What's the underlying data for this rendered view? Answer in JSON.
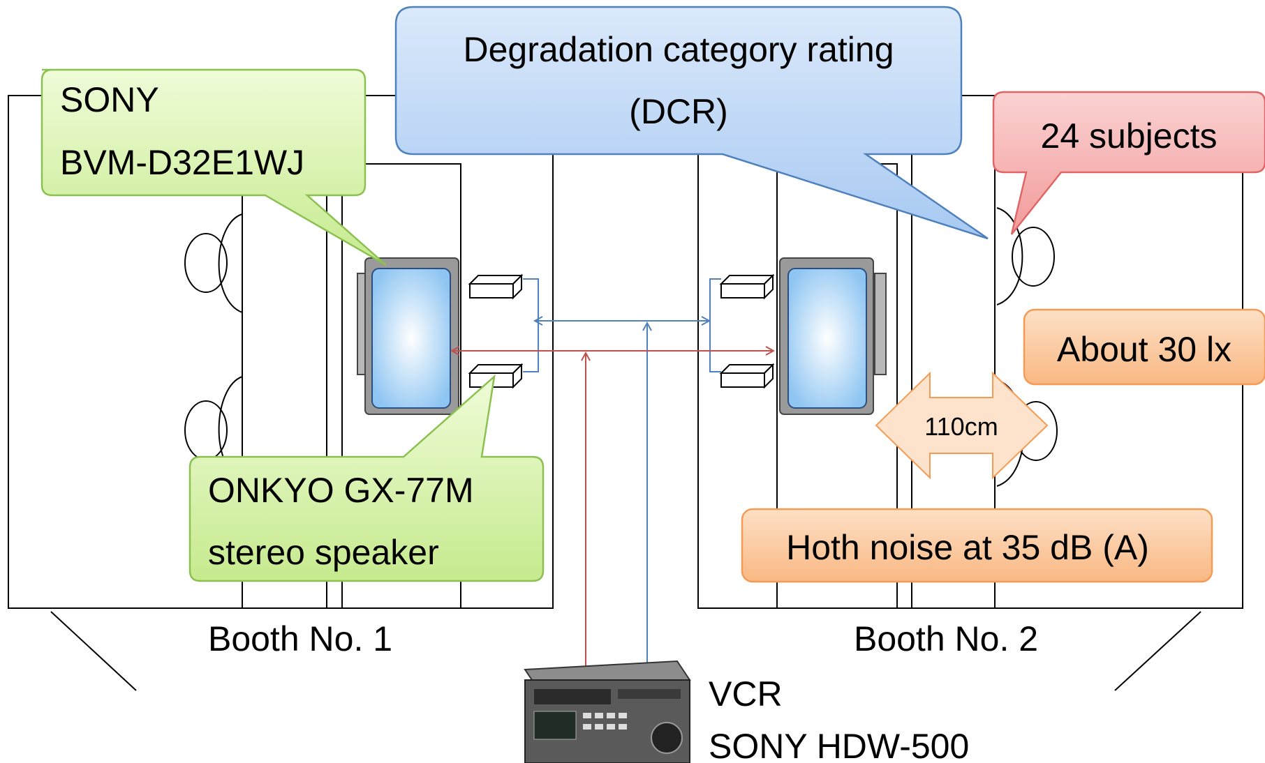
{
  "callouts": {
    "monitor": {
      "line1": "SONY",
      "line2": "BVM-D32E1WJ"
    },
    "method": {
      "line1": "Degradation category rating",
      "line2": "(DCR)"
    },
    "subjects": {
      "text": "24 subjects"
    },
    "speaker": {
      "line1": "ONKYO GX-77M",
      "line2": "stereo speaker"
    },
    "lighting": {
      "text": "About 30 lx"
    },
    "noise": {
      "text": "Hoth noise at 35 dB (A)"
    }
  },
  "distance": {
    "text": "110cm"
  },
  "booths": {
    "booth1": "Booth No. 1",
    "booth2": "Booth No. 2"
  },
  "vcr": {
    "line1": "VCR",
    "line2": "SONY HDW-500"
  },
  "colors": {
    "green_callout": "#d6f2a8",
    "blue_callout": "#b9d4f5",
    "pink_callout": "#f6a8a8",
    "orange_callout": "#fbc89a",
    "video_line": "#4f81bd",
    "audio_line": "#c0504d"
  }
}
